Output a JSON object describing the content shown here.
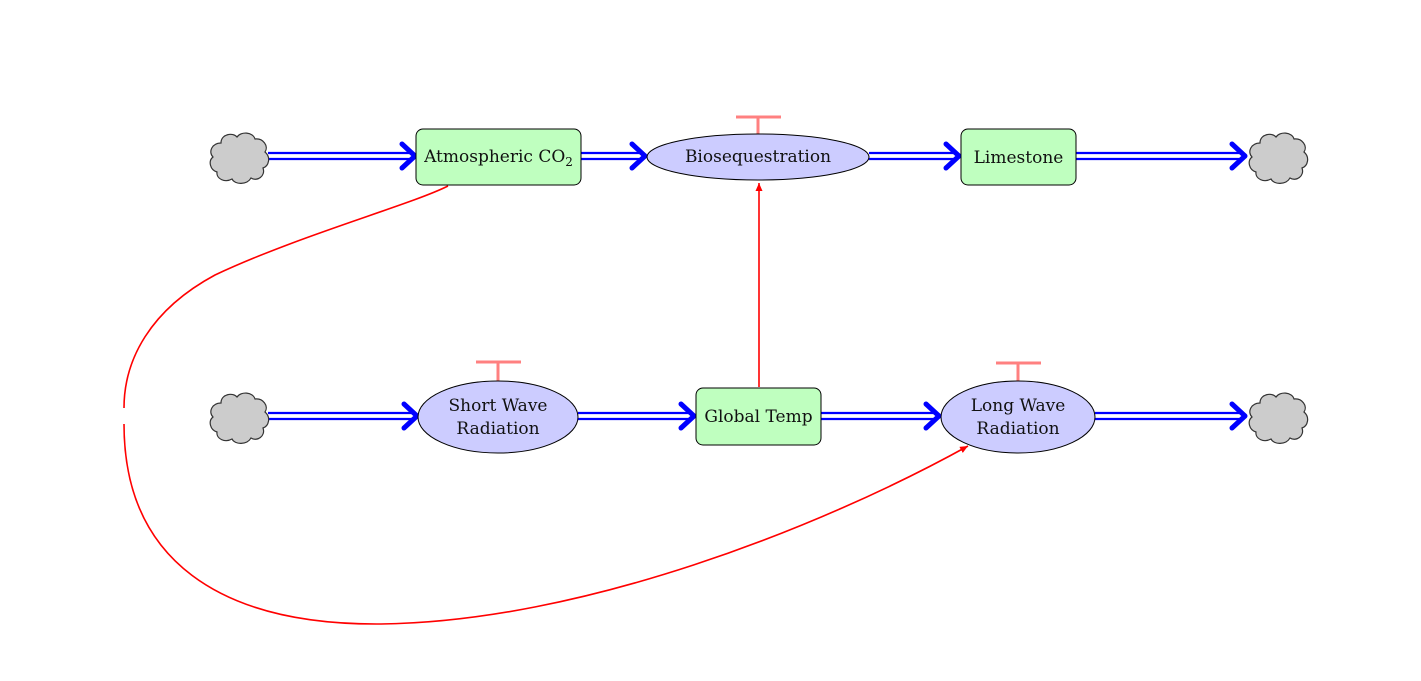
{
  "colors": {
    "stock_fill": "#bfffbf",
    "flow_fill": "#ccccff",
    "cloud_fill": "#cccccc",
    "pipe": "#0000ff",
    "link": "#ff0000",
    "valve": "#ff8080"
  },
  "stocks": {
    "atmospheric_co2": {
      "label": "Atmospheric CO",
      "subscript": "2"
    },
    "limestone": {
      "label": "Limestone"
    },
    "global_temp": {
      "label": "Global Temp"
    }
  },
  "flows": {
    "biosequestration": {
      "label": "Biosequestration"
    },
    "short_wave_radiation": {
      "line1": "Short Wave",
      "line2": "Radiation"
    },
    "long_wave_radiation": {
      "line1": "Long Wave",
      "line2": "Radiation"
    }
  },
  "clouds": [
    "source",
    "sink"
  ],
  "links": [
    {
      "from": "Atmospheric CO2",
      "to": "Long Wave Radiation"
    },
    {
      "from": "Global Temp",
      "to": "Biosequestration"
    }
  ]
}
